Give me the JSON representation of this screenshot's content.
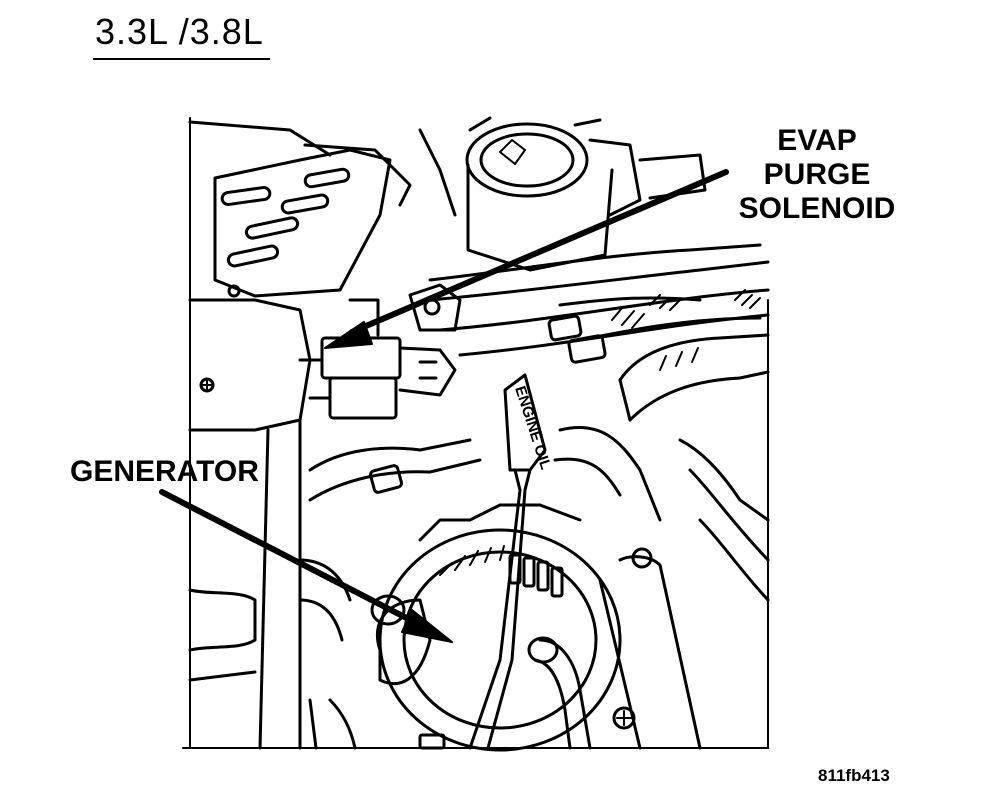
{
  "title": "3.3L /3.8L",
  "callouts": {
    "evap": [
      "EVAP",
      "PURGE",
      "SOLENOID"
    ],
    "generator": "GENERATOR"
  },
  "dipstick_text": "ENGINE OIL",
  "figure_id": "811fb413",
  "colors": {
    "ink": "#000000",
    "paper": "#ffffff"
  }
}
